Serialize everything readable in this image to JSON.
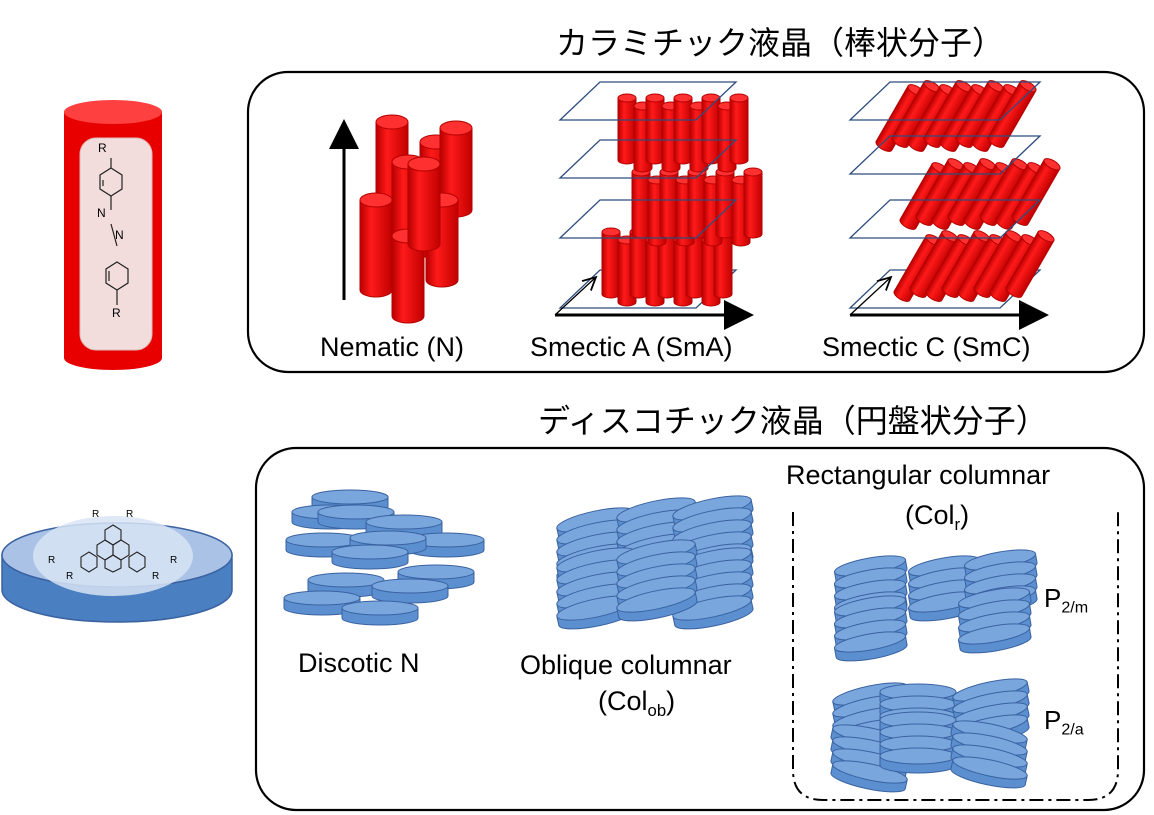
{
  "calamitic": {
    "title": "カラミチック液晶（棒状分子）",
    "phases": {
      "nematic": "Nematic (N)",
      "smectic_a": "Smectic A (SmA)",
      "smectic_c": "Smectic C (SmC)"
    },
    "molecule_labels": {
      "r": "R",
      "n": "N"
    }
  },
  "discotic": {
    "title": "ディスコチック液晶（円盤状分子）",
    "phases": {
      "discotic_n": "Discotic N",
      "oblique_main": "Oblique columnar",
      "oblique_abbr": "(Col",
      "oblique_sub": "ob",
      "oblique_close": ")",
      "rect_main": "Rectangular columnar",
      "rect_abbr": "(Col",
      "rect_sub": "r",
      "rect_close": ")",
      "p2m_main": "P",
      "p2m_sub": "2/m",
      "p2a_main": "P",
      "p2a_sub": "2/a"
    },
    "molecule_labels": {
      "r": "R"
    }
  },
  "colors": {
    "rod_red": "#ee0000",
    "rod_dark": "#b40000",
    "disc_blue": "#5b8fd0",
    "disc_top": "#7aa6de",
    "disc_edge": "#3a62a0",
    "plane_line": "#2e4d7e"
  }
}
